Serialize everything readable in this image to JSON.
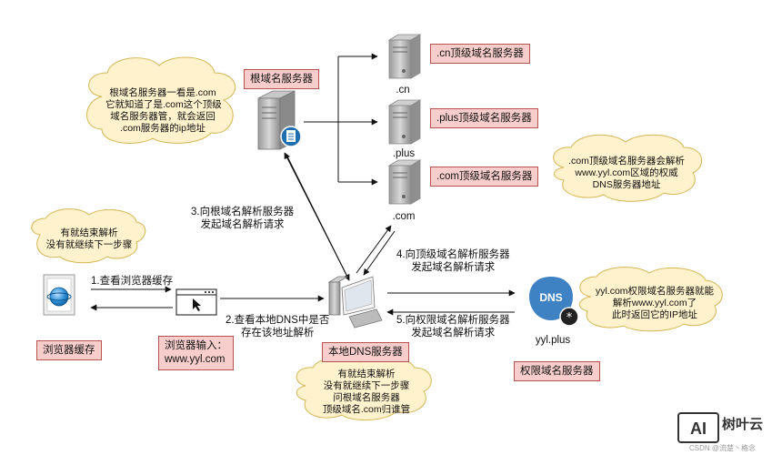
{
  "servers": {
    "root": "根域名服务器",
    "cn": ".cn顶级域名服务器",
    "plus": ".plus顶级域名服务器",
    "com": ".com顶级域名服务器",
    "local": "本地DNS服务器",
    "authoritative": "权限域名服务器",
    "browser_cache": "浏览器缓存"
  },
  "server_captions": {
    "cn": ".cn",
    "plus": ".plus",
    "com": ".com",
    "yyl": "yyl.plus",
    "dns_icon": "DNS"
  },
  "browser_input": [
    "浏览器输入：",
    "www.yyl.com"
  ],
  "steps": {
    "s1": "1.查看浏览器缓存",
    "s2": [
      "2.查看本地DNS中是否",
      "存在该地址解析"
    ],
    "s3": [
      "3.向根域名解析服务器",
      "发起域名解析请求"
    ],
    "s4": [
      "4.向顶级域名解析服务器",
      "发起域名解析请求"
    ],
    "s5": [
      "5.向权限域名解析服务器",
      "发起域名解析请求"
    ]
  },
  "clouds": {
    "root_note": [
      "根域名服务器一看是.com",
      "它就知道了是.com这个顶级",
      "域名服务器管，就会返回",
      ".com服务器的ip地址"
    ],
    "browser_note": [
      "有就结束解析",
      "没有就继续下一步骤"
    ],
    "com_note": [
      ".com顶级域名服务器会解析",
      "www.yyl.com区域的权威",
      "DNS服务器地址"
    ],
    "yyl_note": [
      "yyl.com权限域名服务器就能",
      "解析www.yyl.com了",
      "此时返回它的IP地址"
    ],
    "local_note": [
      "有就结束解析",
      "没有就继续下一步骤",
      "问根域名服务器",
      "顶级域名.com归谁管"
    ]
  },
  "watermark": {
    "logo": "AI",
    "name": "树叶云",
    "credit": "CSDN @流楚丶格念"
  },
  "colors": {
    "label_fill": "#f8cecc",
    "label_border": "#b85450",
    "cloud_fill": "#fff2cc",
    "cloud_border": "#d6b656",
    "dns_badge": "#3e82c4"
  }
}
